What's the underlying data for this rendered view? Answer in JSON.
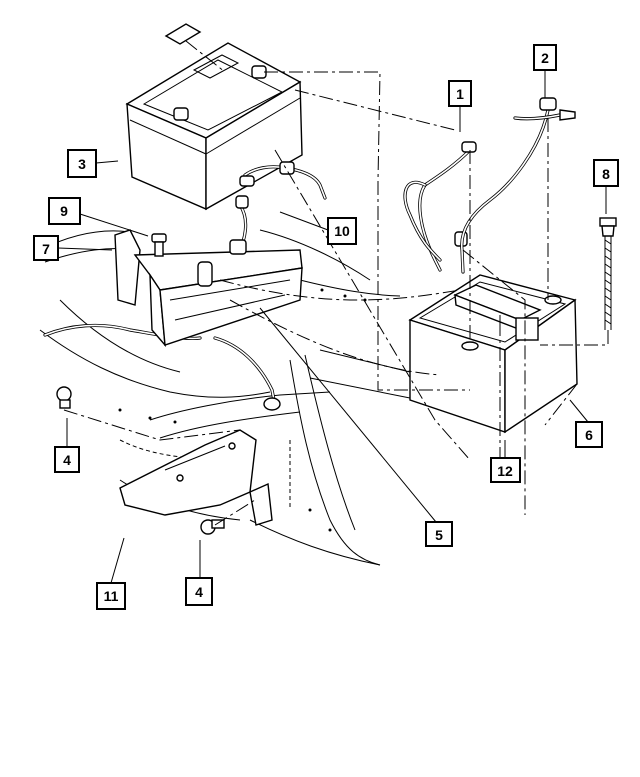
{
  "callouts": [
    {
      "id": "c1",
      "label": "1"
    },
    {
      "id": "c2",
      "label": "2"
    },
    {
      "id": "c3",
      "label": "3"
    },
    {
      "id": "c4a",
      "label": "4"
    },
    {
      "id": "c4b",
      "label": "4"
    },
    {
      "id": "c5",
      "label": "5"
    },
    {
      "id": "c6",
      "label": "6"
    },
    {
      "id": "c7",
      "label": "7"
    },
    {
      "id": "c8",
      "label": "8"
    },
    {
      "id": "c9",
      "label": "9"
    },
    {
      "id": "c10",
      "label": "10"
    },
    {
      "id": "c11",
      "label": "11"
    },
    {
      "id": "c12",
      "label": "12"
    }
  ],
  "colors": {
    "line": "#000000",
    "background": "#ffffff"
  }
}
